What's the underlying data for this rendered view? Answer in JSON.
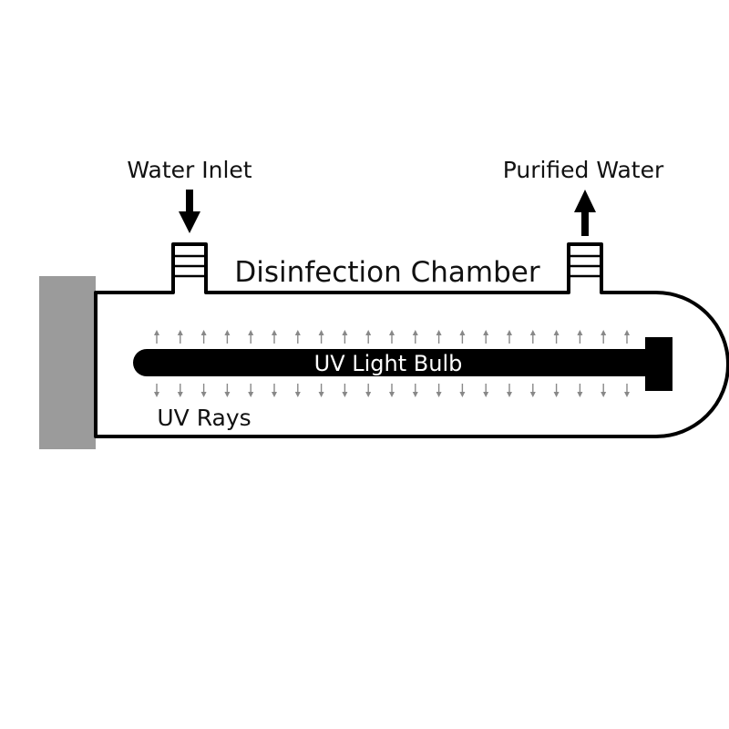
{
  "labels": {
    "inlet": "Water Inlet",
    "outlet": "Purified Water",
    "chamber": "Disinfection Chamber",
    "bulb": "UV Light Bulb",
    "rays": "UV Rays"
  },
  "colors": {
    "outline": "#000000",
    "bulb": "#000000",
    "wall_block": "#9b9b9b",
    "rays": "#888888",
    "text": "#111111",
    "bulb_text": "#ffffff"
  },
  "icons": {
    "inlet_arrow": "arrow-down-icon",
    "outlet_arrow": "arrow-up-icon",
    "ray_arrows": "small-arrow-icon"
  },
  "rays": {
    "count_per_row": 21
  }
}
